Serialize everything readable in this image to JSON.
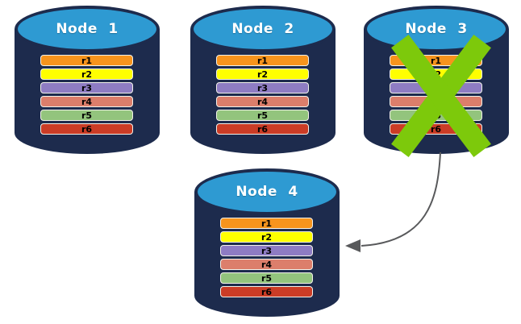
{
  "palette": {
    "page_bg": "#FFFFFF",
    "cylinder_body": "#1D2B4D",
    "cylinder_top": "#2E9AD2",
    "row_border": "#F2F1EA",
    "row_text": "#000000",
    "title_text": "#FFFFFF"
  },
  "nodes": [
    {
      "label": "Node 1",
      "crossed_out": false,
      "rows": [
        {
          "label": "r1",
          "color": "#F7941D"
        },
        {
          "label": "r2",
          "color": "#FFFF00"
        },
        {
          "label": "r3",
          "color": "#8E7CC3"
        },
        {
          "label": "r4",
          "color": "#DC7E6B"
        },
        {
          "label": "r5",
          "color": "#93C47D"
        },
        {
          "label": "r6",
          "color": "#CB3C26"
        }
      ]
    },
    {
      "label": "Node 2",
      "crossed_out": false,
      "rows": [
        {
          "label": "r1",
          "color": "#F7941D"
        },
        {
          "label": "r2",
          "color": "#FFFF00"
        },
        {
          "label": "r3",
          "color": "#8E7CC3"
        },
        {
          "label": "r4",
          "color": "#DC7E6B"
        },
        {
          "label": "r5",
          "color": "#93C47D"
        },
        {
          "label": "r6",
          "color": "#CB3C26"
        }
      ]
    },
    {
      "label": "Node 3",
      "crossed_out": true,
      "rows": [
        {
          "label": "r1",
          "color": "#F7941D"
        },
        {
          "label": "r2",
          "color": "#FFFF00"
        },
        {
          "label": "r3",
          "color": "#8E7CC3"
        },
        {
          "label": "r4",
          "color": "#DC7E6B"
        },
        {
          "label": "r5",
          "color": "#93C47D"
        },
        {
          "label": "r6",
          "color": "#CB3C26"
        }
      ]
    },
    {
      "label": "Node 4",
      "crossed_out": false,
      "rows": [
        {
          "label": "r1",
          "color": "#F7941D"
        },
        {
          "label": "r2",
          "color": "#FFFF00"
        },
        {
          "label": "r3",
          "color": "#8E7CC3"
        },
        {
          "label": "r4",
          "color": "#DC7E6B"
        },
        {
          "label": "r5",
          "color": "#93C47D"
        },
        {
          "label": "r6",
          "color": "#CB3C26"
        }
      ]
    }
  ],
  "failure_mark": {
    "shape": "x-cross",
    "color": "#7DC90B",
    "on_node": "Node 3"
  },
  "arrow": {
    "from": "Node 3",
    "to": "Node 4",
    "color": "#58595B"
  }
}
